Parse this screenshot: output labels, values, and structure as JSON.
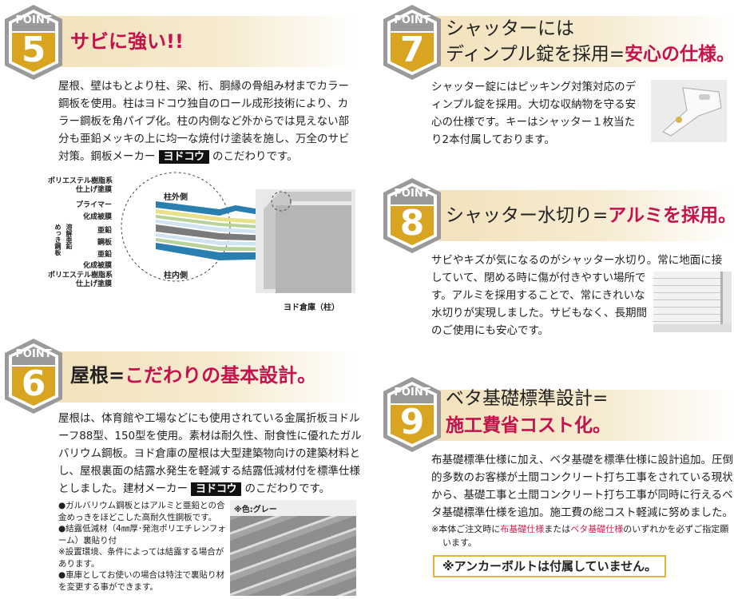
{
  "badge_colors": {
    "frame": "#9a9a9a",
    "gold": "#d9a520",
    "title_red": "#c4124d"
  },
  "badge_label": "POINT",
  "p5": {
    "number": "5",
    "title": "サビに強い!!",
    "body": "屋根、壁はもとより柱、梁、桁、胴縁の骨組み材までカラー鋼板を使用。柱はヨドコウ独自のロール成形技術により、カラー鋼板を角パイプ化。柱の内側など外からでは見えない部分も亜鉛メッキの上に均一な焼付け塗装を施し、万全のサビ対策。鋼板メーカー",
    "brand": "ヨドコウ",
    "body_end": "のこだわりです。",
    "diagram": {
      "outer": "柱外側",
      "inner": "柱内側",
      "labels": [
        "ポリエステル樹脂系\n仕上げ塗膜",
        "プライマー",
        "化成被膜",
        "亜鉛",
        "鋼板",
        "亜鉛",
        "化成被膜",
        "ポリエステル樹脂系\n仕上げ塗膜"
      ],
      "group_a": "めっき鋼板",
      "group_b": "溶解亜鉛",
      "caption": "ヨド倉庫（柱）"
    }
  },
  "p6": {
    "number": "6",
    "title_plain": "屋根=",
    "title_red": "こだわりの基本設計。",
    "body": "屋根は、体育館や工場などにも使用されている金属折板ヨドルーフ88型、150型を使用。素材は耐久性、耐食性に優れたガルバリウム鋼板。ヨド倉庫の屋根は大型建築物向けの建築材料とし、屋根裏面の結露水発生を軽減する結露低減材付を標準仕様としました。建材メーカー",
    "brand": "ヨドコウ",
    "body_end": "のこだわりです。",
    "notes": [
      "●ガルバリウム鋼板とはアルミと亜鉛との合金めっきをほどこした高耐久性鋼板です。",
      "●結露低減材（4㎜厚･発泡ポリエチレンフォーム）裏貼り付",
      "※設置環境、条件によっては結露する場合があります。",
      "●車庫としてお使いの場合は特注で裏貼り材を変更する事ができます。"
    ],
    "image_caption": "※色:グレー"
  },
  "p7": {
    "number": "7",
    "title_line1": "シャッターには",
    "title_line2_plain": "ディンプル錠を採用=",
    "title_line2_red": "安心の仕様。",
    "body": "シャッター錠にはピッキング対策対応のディンプル錠を採用。大切な収納物を守る安心の仕様です。キーはシャッター１枚当たり2本付属しております。"
  },
  "p8": {
    "number": "8",
    "title_plain": "シャッター水切り=",
    "title_red": "アルミを採用。",
    "body_line1": "サビやキズが気になるのがシャッター水切り。常に地面に接",
    "body_rest": "していて、閉める時に傷が付きやすい場所です。アルミを採用することで、常にきれいな水切りが実現しました。サビもなく、長期間のご使用にも安心です。"
  },
  "p9": {
    "number": "9",
    "title_line1": "ベタ基礎標準設計=",
    "title_line2": "施工費省コスト化。",
    "body": "布基礎標準仕様に加え、ベタ基礎を標準仕様に設計追加。圧倒的多数のお客様が土間コンクリート打ち工事をされている現状から、基礎工事と土間コンクリート打ち工事が同時に行えるベタ基礎標準仕様を追加。施工費の総コスト軽減に努めました。",
    "note_a": "※本体ご注文時に",
    "note_red1": "布基礎仕様",
    "note_b": "または",
    "note_red2": "ベタ基礎仕様",
    "note_c": "のいずれかを必ずご指定願います。",
    "box": "※アンカーボルトは付属していません。"
  }
}
